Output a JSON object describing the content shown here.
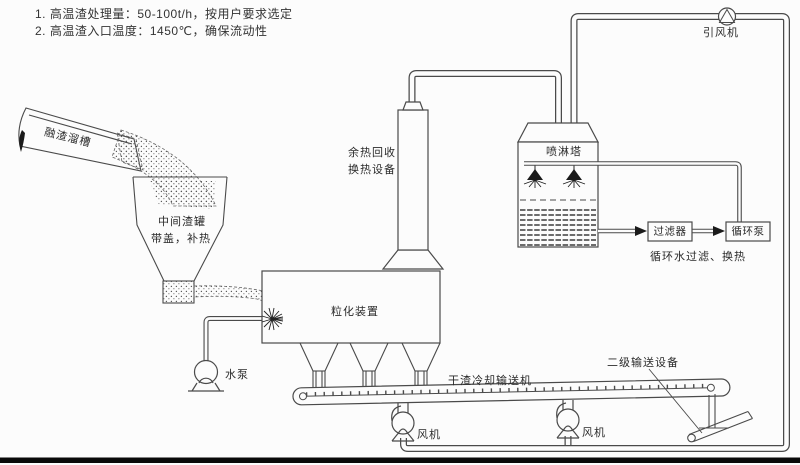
{
  "notes": {
    "line1": "1. 高温渣处理量：50-100t/h，按用户要求选定",
    "line2": "2. 高温渣入口温度：1450℃，确保流动性"
  },
  "equipment": {
    "slag_chute": "融渣溜槽",
    "tundish_line1": "中间渣罐",
    "tundish_line2": "带盖，补热",
    "granulator": "粒化装置",
    "heat_recovery_line1": "余热回收",
    "heat_recovery_line2": "换热设备",
    "spray_tower": "喷淋塔",
    "filter": "过滤器",
    "circulation_pump": "循环泵",
    "circulation_note": "循环水过滤、换热",
    "induced_draft_fan": "引风机",
    "water_pump": "水泵",
    "dry_slag_conveyor": "干渣冷却输送机",
    "secondary_conveyor": "二级输送设备",
    "fan_left": "风机",
    "fan_right": "风机"
  },
  "colors": {
    "line": "#4a4a4a",
    "text": "#2a2a2a",
    "background": "#fcfcfc",
    "bottom_bar": "#0a0a0a"
  }
}
